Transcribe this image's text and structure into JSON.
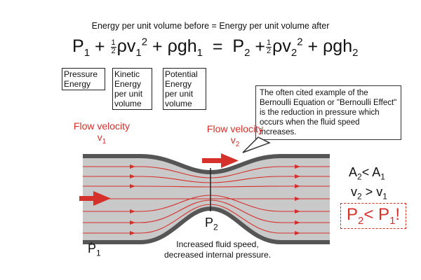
{
  "title": "Energy per unit volume before = Energy per unit volume after",
  "equation": {
    "p": "P",
    "sub1": "1",
    "sub2": "2",
    "plus": "+",
    "equals": "=",
    "half_num": "1",
    "half_den": "2",
    "rho_v": "ρv",
    "sq": "2",
    "rho_gh": "ρgh"
  },
  "term_labels": {
    "pressure": "Pressure Energy",
    "kinetic": "Kinetic Energy per unit volume",
    "potential": "Potential Energy per unit volume"
  },
  "callout": "The often cited example of the Bernoulli Equation or \"Bernoulli Effect\" is the reduction in pressure which occurs when the fluid speed increases.",
  "flow_left": {
    "text": "Flow velocity",
    "sym": "v",
    "sub": "1"
  },
  "flow_right": {
    "text": "Flow velocity",
    "sym": "v",
    "sub": "2"
  },
  "right_side": {
    "a_line": {
      "a": "A",
      "s2": "2",
      "op": "<",
      "s1": "1"
    },
    "v_line": {
      "v": "v",
      "s2": "2",
      "op": ">",
      "s1": "1"
    },
    "p_line": {
      "p": "P",
      "s2": "2",
      "op": "<",
      "s1": "1",
      "excl": "!"
    }
  },
  "p2_label": {
    "p": "P",
    "sub": "2"
  },
  "p1_label": {
    "p": "P",
    "sub": "1"
  },
  "caption_line1": "Increased fluid speed,",
  "caption_line2": "decreased internal pressure.",
  "colors": {
    "red": "#d6302b",
    "pipe_fill": "#c9c9c9",
    "pipe_wall": "#555555"
  }
}
